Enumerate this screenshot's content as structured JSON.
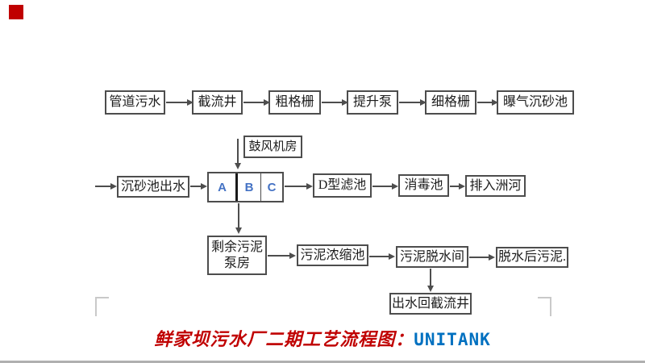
{
  "diagram": {
    "nodes": {
      "pipe_sewage": "管道污水",
      "intercept_well": "截流井",
      "coarse_screen": "粗格栅",
      "lift_pump": "提升泵",
      "fine_screen": "细格栅",
      "aerated_grit_tank": "曝气沉砂池",
      "blower_room": "鼓风机房",
      "grit_tank_effluent": "沉砂池出水",
      "unitank_cell_a": "A",
      "unitank_cell_b": "B",
      "unitank_cell_c": "C",
      "d_type_filter": "D型滤池",
      "disinfection_tank": "消毒池",
      "discharge_river": "排入洲河",
      "surplus_sludge_pump_room": "剩余污泥 泵房",
      "surplus_sludge_pump_room_line1": "剩余污泥",
      "surplus_sludge_pump_room_line2": "泵房",
      "sludge_thickening_tank": "污泥浓缩池",
      "sludge_dewatering_room": "污泥脱水间",
      "dewatered_sludge": "脱水后污泥.",
      "effluent_return_well": "出水回截流井"
    },
    "caption": {
      "zh": "鲜家坝污水厂二期工艺流程图：",
      "en": "UNITANK"
    },
    "colors": {
      "marker_red": "#c00000",
      "caption_zh_red": "#c00000",
      "caption_en_blue": "#0070c0",
      "abc_letter_blue": "#4472c4",
      "box_border_gray": "#4d4d4d",
      "corner_mark_gray": "#c9c9c9",
      "bottom_rule_gray": "#b0b0b0"
    }
  }
}
